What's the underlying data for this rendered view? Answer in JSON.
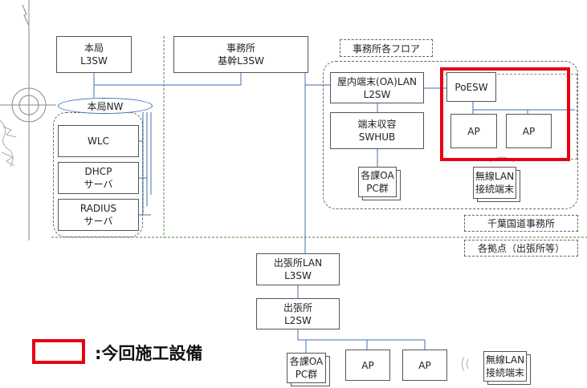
{
  "nodes": {
    "honkyoku_l3sw": [
      "本局",
      "L3SW"
    ],
    "jimusho_core_l3sw": [
      "事務所",
      "基幹L3SW"
    ],
    "honkyoku_nw": "本局NW",
    "wlc": "WLC",
    "dhcp": [
      "DHCP",
      "サーバ"
    ],
    "radius": [
      "RADIUS",
      "サーバ"
    ],
    "floor_label": "事務所各フロア",
    "indoor_lan_l2sw": [
      "屋内端末(OA)LAN",
      "L2SW"
    ],
    "poesw": "PoESW",
    "ap_floor_1": "AP",
    "ap_floor_2": "AP",
    "swhub": [
      "端末収容",
      "SWHUB"
    ],
    "oa_pc_floor": [
      "各課OA",
      "PC群"
    ],
    "wireless_floor": [
      "無線LAN",
      "接続端末"
    ],
    "chiba_office": "千葉国道事務所",
    "branches": "各拠点（出張所等）",
    "branch_l3sw": [
      "出張所LAN",
      "L3SW"
    ],
    "branch_l2sw": [
      "出張所",
      "L2SW"
    ],
    "oa_pc_branch": [
      "各課OA",
      "PC群"
    ],
    "ap_branch_1": "AP",
    "ap_branch_2": "AP",
    "wireless_branch": [
      "無線LAN",
      "接続端末"
    ]
  },
  "legend": {
    "label": ":今回施工設備",
    "color": "#e60012"
  },
  "colors": {
    "link": "#3d6fb4",
    "boundary": "#4a8a3a",
    "highlight": "#e60012"
  }
}
